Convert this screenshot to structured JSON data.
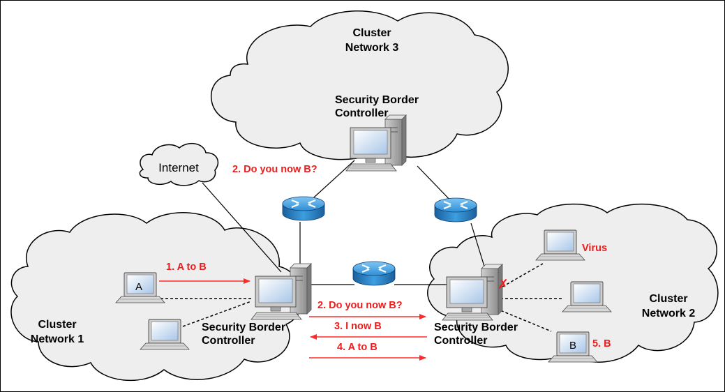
{
  "clusters": {
    "network1": {
      "line1": "Cluster",
      "line2": "Network 1"
    },
    "network2": {
      "line1": "Cluster",
      "line2": "Network 2"
    },
    "network3": {
      "line1": "Cluster",
      "line2": "Network 3"
    }
  },
  "internet": "Internet",
  "controllers": {
    "c1": {
      "line1": "Security Border",
      "line2": "Controller"
    },
    "c2": {
      "line1": "Security Border",
      "line2": "Controller"
    },
    "c3": {
      "line1": "Security Border",
      "line2": "Controller"
    }
  },
  "laptops": {
    "a": "A",
    "b": "B"
  },
  "messages": {
    "m1": "1. A to B",
    "m2_top": "2. Do you now B?",
    "m2_bottom": "2. Do you now B?",
    "m3": "3. I now B",
    "m4": "4. A to B",
    "m5": "5. B",
    "virus": "Virus"
  },
  "blocked_mark": "✗",
  "colors": {
    "message": "#ee1c1c",
    "router": "#2a8fd4",
    "cloud": "#eeeeee"
  }
}
